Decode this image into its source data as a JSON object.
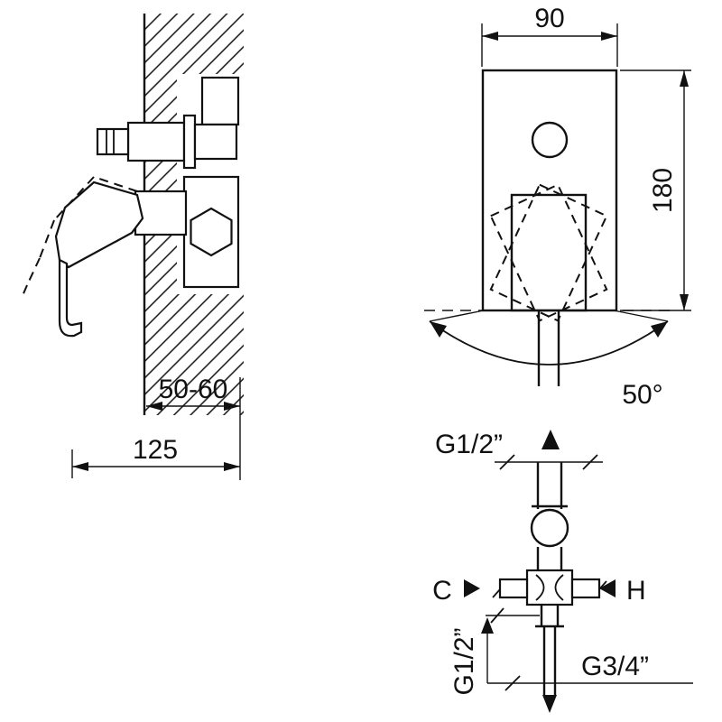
{
  "colors": {
    "ink": "#111111",
    "paper": "#ffffff"
  },
  "side_view": {
    "recess_depth": "50-60",
    "overall_depth": "125"
  },
  "front_view": {
    "width": "90",
    "height": "180",
    "swing_angle": "50°"
  },
  "connections": {
    "top_outlet": "G1/2”",
    "cold": "C",
    "hot": "H",
    "side_port": "G1/2”",
    "bottom_port": "G3/4”"
  }
}
